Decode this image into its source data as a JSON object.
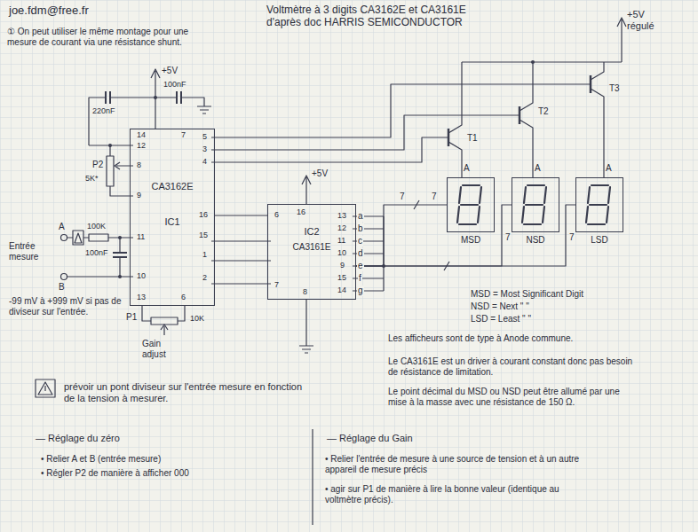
{
  "diagram": {
    "title": "Voltmètre à 3 digits CA3162E et CA3161E d'après doc HARRIS SEMICONDUCTOR",
    "nodes": [
      {
        "text": [
          "CA3162E",
          "IC1"
        ]
      },
      {
        "text": [
          "IC2",
          "CA3161E"
        ]
      },
      {
        "text": [
          "A",
          "MSD"
        ]
      },
      {
        "text": [
          "A",
          "NSD"
        ]
      },
      {
        "text": [
          "A",
          "LSD"
        ]
      }
    ],
    "edges": [
      {
        "from": 0,
        "to": 1,
        "arrow": "none"
      },
      {
        "from": 1,
        "to": 2,
        "arrow": "none"
      },
      {
        "from": 1,
        "to": 3,
        "arrow": "none"
      },
      {
        "from": 1,
        "to": 4,
        "arrow": "none"
      }
    ],
    "labels": [
      "joe.fdm@free.fr",
      "① On peut utiliser le même montage pour une mesure de courant via une résistance shunt.",
      "+5V régulé",
      "+5V",
      "220nF",
      "100nF",
      "14",
      "7",
      "12",
      "5",
      "8",
      "3",
      "9",
      "4",
      "11",
      "16",
      "10",
      "15",
      "1",
      "2",
      "13",
      "6",
      "P2",
      "5K*",
      "A",
      "100K",
      "100nF",
      "B",
      "Entrée mesure",
      "-99 mV à +999 mV si pas de diviseur sur l'entrée.",
      "P1",
      "10K",
      "Gain adjust",
      "+5V",
      "6",
      "16",
      "13",
      "12",
      "11",
      "10",
      "9",
      "15",
      "14",
      "7",
      "8",
      "a",
      "b",
      "c",
      "d",
      "e",
      "f",
      "g",
      "T1",
      "T2",
      "T3",
      "7",
      "7",
      "7",
      "7",
      "MSD = Most Significant Digit",
      "NSD = Next \" \"",
      "LSD = Least \" \"",
      "Les afficheurs sont de type à Anode commune.",
      "Le CA3161E est un driver à courant constant donc pas besoin de résistance de limitation.",
      "Le point décimal du MSD ou NSD peut être allumé par une mise à la masse avec une résistance de 150 Ω.",
      "prévoir un pont diviseur sur l'entrée mesure en fonction de la tension à mesurer.",
      "— Réglage du zéro",
      "• Relier A et B (entrée mesure)",
      "• Régler P2 de manière à afficher 000",
      "— Réglage du Gain",
      "• Relier l'entrée de mesure à une source de tension et à un autre appareil de mesure précis",
      "• agir sur P1 de manière à lire la bonne valeur (identique au voltmètre précis)."
    ]
  }
}
